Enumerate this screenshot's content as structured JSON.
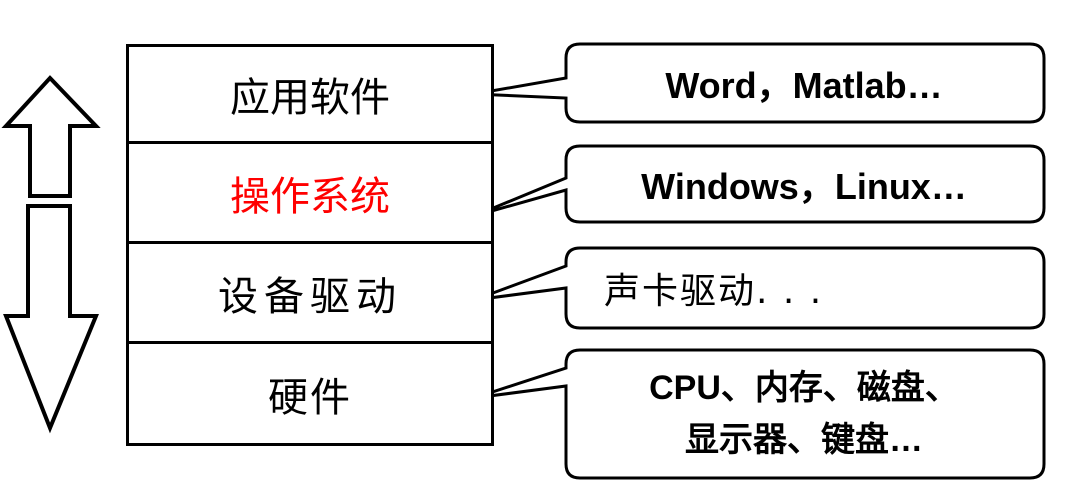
{
  "layers": [
    {
      "label": "应用软件",
      "color": "#000000",
      "example": "Word，Matlab…"
    },
    {
      "label": "操作系统",
      "color": "#ff0000",
      "example": "Windows，Linux…"
    },
    {
      "label": "设备驱动",
      "color": "#000000",
      "example": "声卡驱动. . ."
    },
    {
      "label": "硬件",
      "color": "#000000",
      "example_lines": [
        "CPU、内存、磁盘、",
        "显示器、键盘…"
      ]
    }
  ],
  "arrows": {
    "up": "up-arrow-icon",
    "down": "down-arrow-icon"
  }
}
